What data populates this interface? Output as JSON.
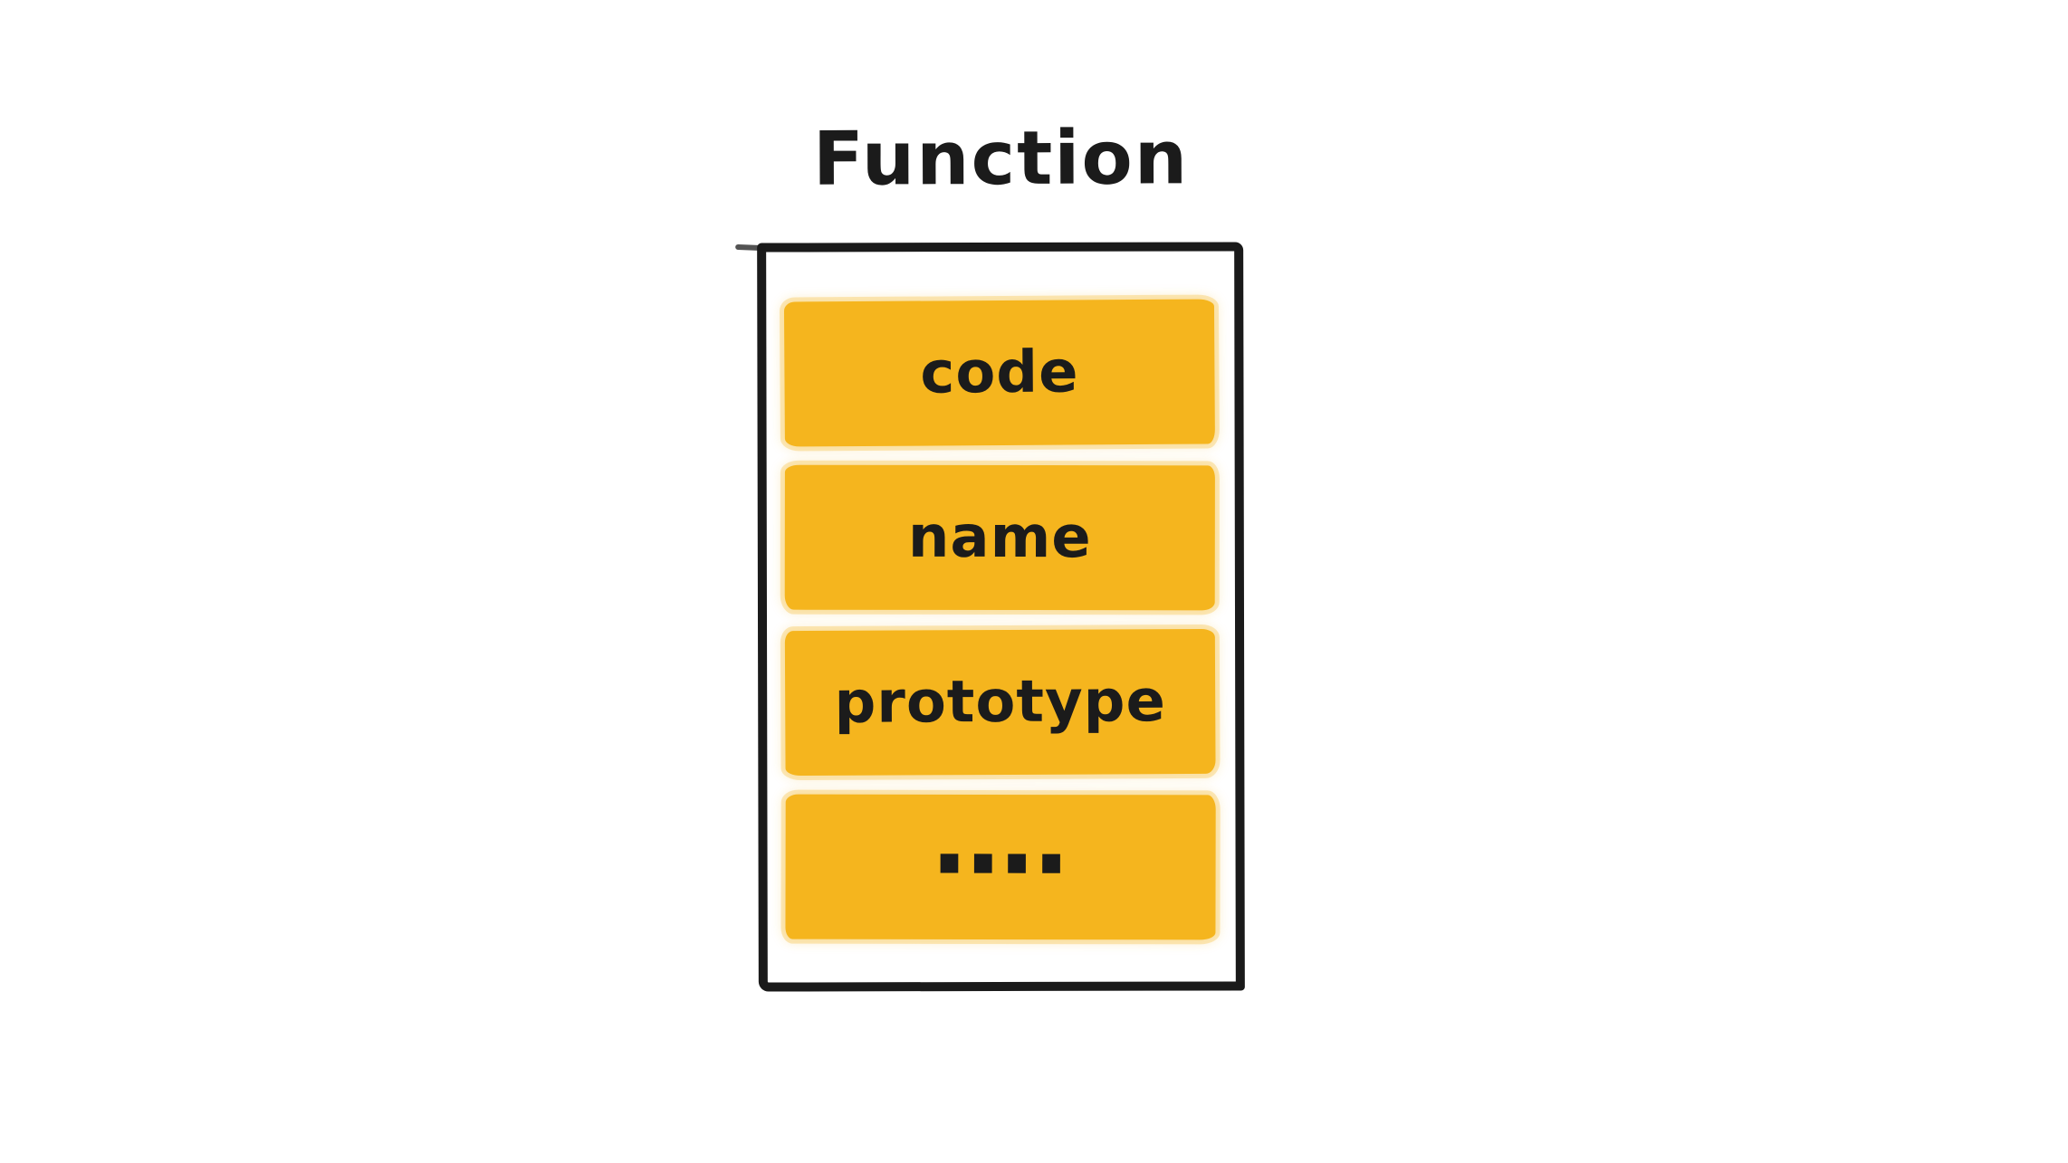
{
  "diagram": {
    "title": "Function",
    "slots": [
      {
        "label": "code"
      },
      {
        "label": "name"
      },
      {
        "label": "prototype"
      },
      {
        "label": "…."
      }
    ]
  },
  "colors": {
    "slot_fill": "#F5B51E",
    "outline": "#1a1a1a",
    "text": "#1b1b1b",
    "background": "#ffffff"
  }
}
